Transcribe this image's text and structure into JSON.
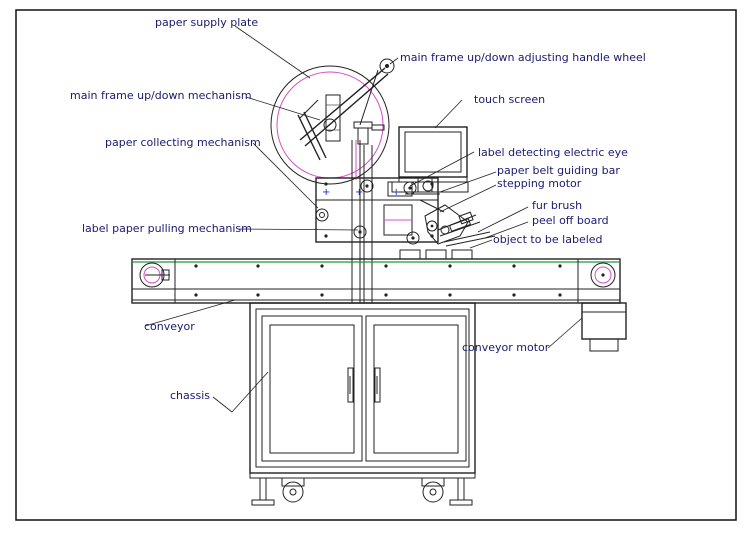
{
  "labels": {
    "paper_supply_plate": "paper supply plate",
    "handle_wheel": "main frame up/down adjusting handle wheel",
    "updown_mechanism": "main frame up/down mechanism",
    "touch_screen": "touch screen",
    "paper_collecting": "paper collecting mechanism",
    "electric_eye": "label detecting electric eye",
    "belt_guiding_bar": "paper belt guiding bar",
    "stepping_motor": "stepping motor",
    "fur_brush": "fur brush",
    "peel_off_board": "peel off board",
    "pulling_mechanism": "label paper pulling mechanism",
    "object_to_label": "object to be labeled",
    "conveyor": "conveyor",
    "conveyor_motor": "conveyor motor",
    "chassis": "chassis"
  },
  "colors": {
    "label_text": "#1a1a6e",
    "line": "#222222",
    "pink_accent": "#d64fc4",
    "green_line": "#1f9a3a",
    "blue_marks": "#1a2bd0"
  }
}
